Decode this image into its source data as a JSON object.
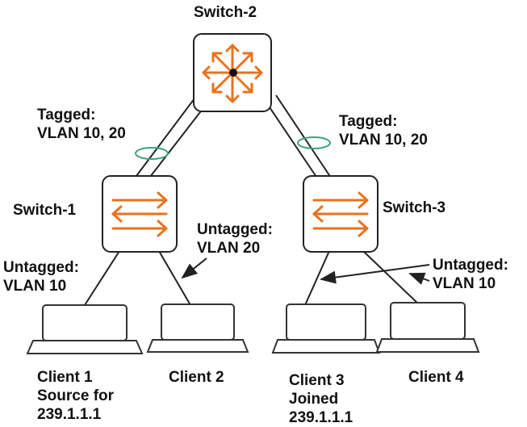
{
  "switches": {
    "switch2": {
      "label": "Switch-2",
      "icon": "router-core-icon"
    },
    "switch1": {
      "label": "Switch-1",
      "icon": "switch-arrows-icon"
    },
    "switch3": {
      "label": "Switch-3",
      "icon": "switch-arrows-icon"
    }
  },
  "links": {
    "left_tagged": {
      "line1": "Tagged:",
      "line2": "VLAN 10, 20"
    },
    "right_tagged": {
      "line1": "Tagged:",
      "line2": "VLAN 10, 20"
    },
    "left_untagged_vlan10": {
      "line1": "Untagged:",
      "line2": "VLAN 10"
    },
    "middle_untagged_vlan20": {
      "line1": "Untagged:",
      "line2": "VLAN 20"
    },
    "right_untagged_vlan10": {
      "line1": "Untagged:",
      "line2": "VLAN 10"
    }
  },
  "clients": {
    "client1": {
      "name": "Client 1",
      "note1": "Source for",
      "note2": "239.1.1.1"
    },
    "client2": {
      "name": "Client 2"
    },
    "client3": {
      "name": "Client 3",
      "note1": "Joined",
      "note2": "239.1.1.1"
    },
    "client4": {
      "name": "Client 4"
    }
  },
  "colors": {
    "icon_accent": "#e8731f",
    "lag_ring": "#3aa37a",
    "line": "#222222"
  }
}
